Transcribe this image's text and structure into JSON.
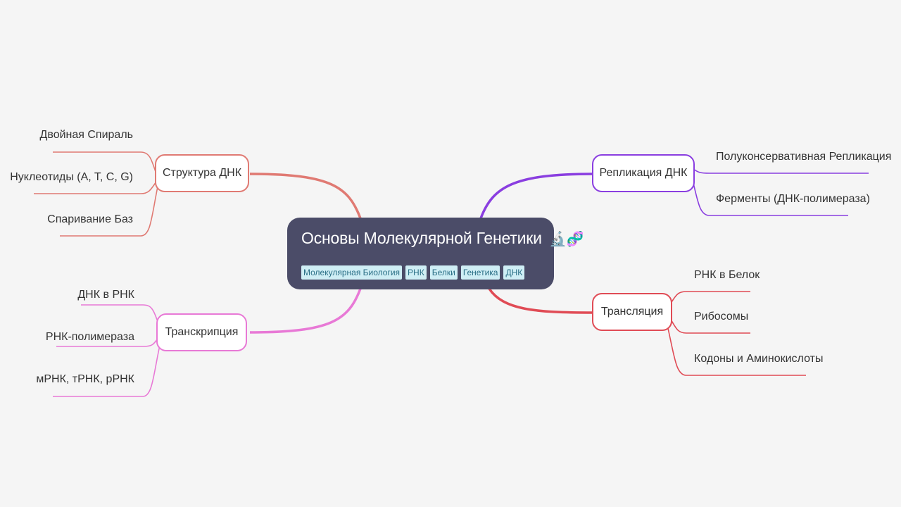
{
  "root": {
    "title": "Основы Молекулярной Генетики",
    "emoji": "🔬🧬",
    "tags": [
      "Молекулярная Биология",
      "РНК",
      "Белки",
      "Генетика",
      "ДНК"
    ]
  },
  "colors": {
    "root_bg": "#4b4c68",
    "structure": "#e07a73",
    "transcription": "#e879d6",
    "replication": "#8a3ee0",
    "translation": "#e04b55"
  },
  "branches": {
    "structure": {
      "label": "Структура ДНК",
      "leaves": [
        "Двойная Спираль",
        "Нуклеотиды (A, T, C, G)",
        "Спаривание Баз"
      ]
    },
    "transcription": {
      "label": "Транскрипция",
      "leaves": [
        "ДНК в РНК",
        "РНК-полимераза",
        "мРНК, тРНК, рРНК"
      ]
    },
    "replication": {
      "label": "Репликация ДНК",
      "leaves": [
        "Полуконсервативная Репликация",
        "Ферменты (ДНК-полимераза)"
      ]
    },
    "translation": {
      "label": "Трансляция",
      "leaves": [
        "РНК в Белок",
        "Рибосомы",
        "Кодоны и Аминокислоты"
      ]
    }
  }
}
